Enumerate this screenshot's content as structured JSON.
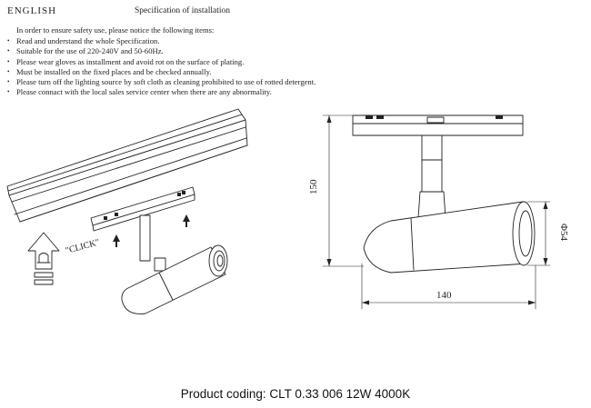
{
  "header": {
    "language": "ENGLISH",
    "title": "Specification of installation"
  },
  "intro": "In order to ensure safety use, please notice the following items:",
  "items": [
    "Read and understand the whole Specification.",
    "Suitable for the use of 220-240V and 50-60Hz.",
    "Please wear gloves as installment and avoid rot on the surface of plating.",
    "Must be installed on the fixed places and be checked annually.",
    "Please turn off the lighting source by soft cloth as cleaning prohibited to use of rotted detergent.",
    "Please connact with the local sales service center when there are any abnormality."
  ],
  "diagram": {
    "click_label": "\"CLICK\"",
    "dim_height": "150",
    "dim_length": "140",
    "dim_diameter": "Φ54"
  },
  "footer": {
    "product_coding": "Product coding: CLT 0.33 006 12W 4000K"
  }
}
